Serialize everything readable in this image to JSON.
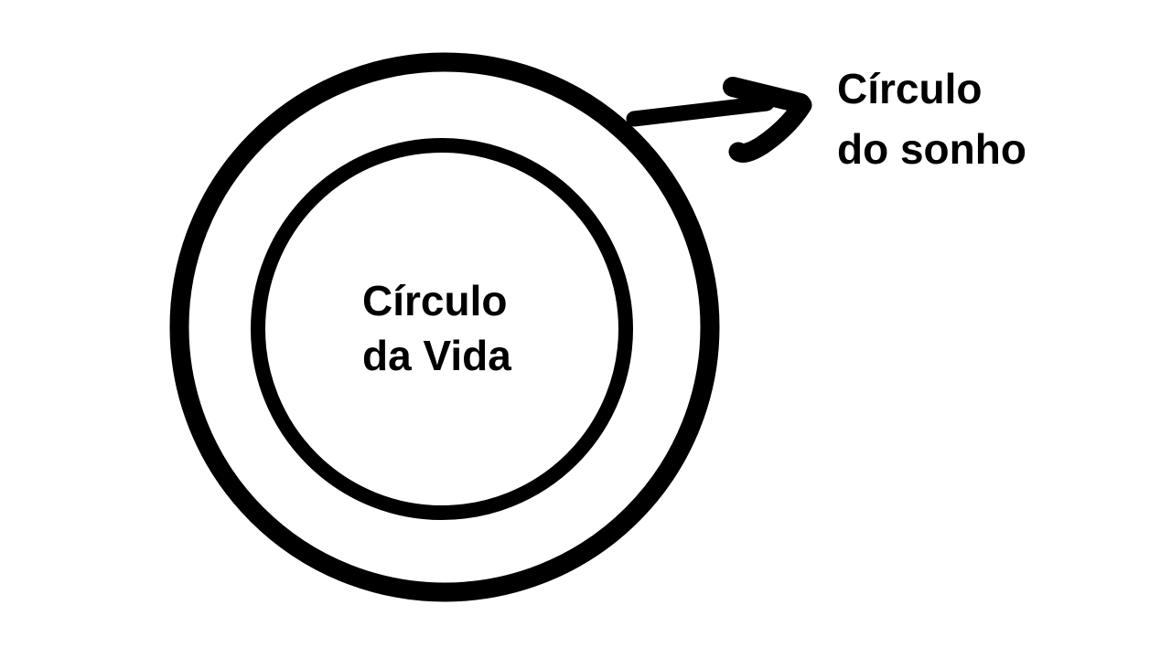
{
  "page": {
    "background_color": "#ffffff",
    "ink_color": "#000000"
  },
  "diagram": {
    "inner_circle_label": {
      "line1": "Círculo",
      "line2": "da Vida"
    },
    "arrow_label": {
      "line1": "Círculo",
      "line2": "do sonho"
    }
  }
}
